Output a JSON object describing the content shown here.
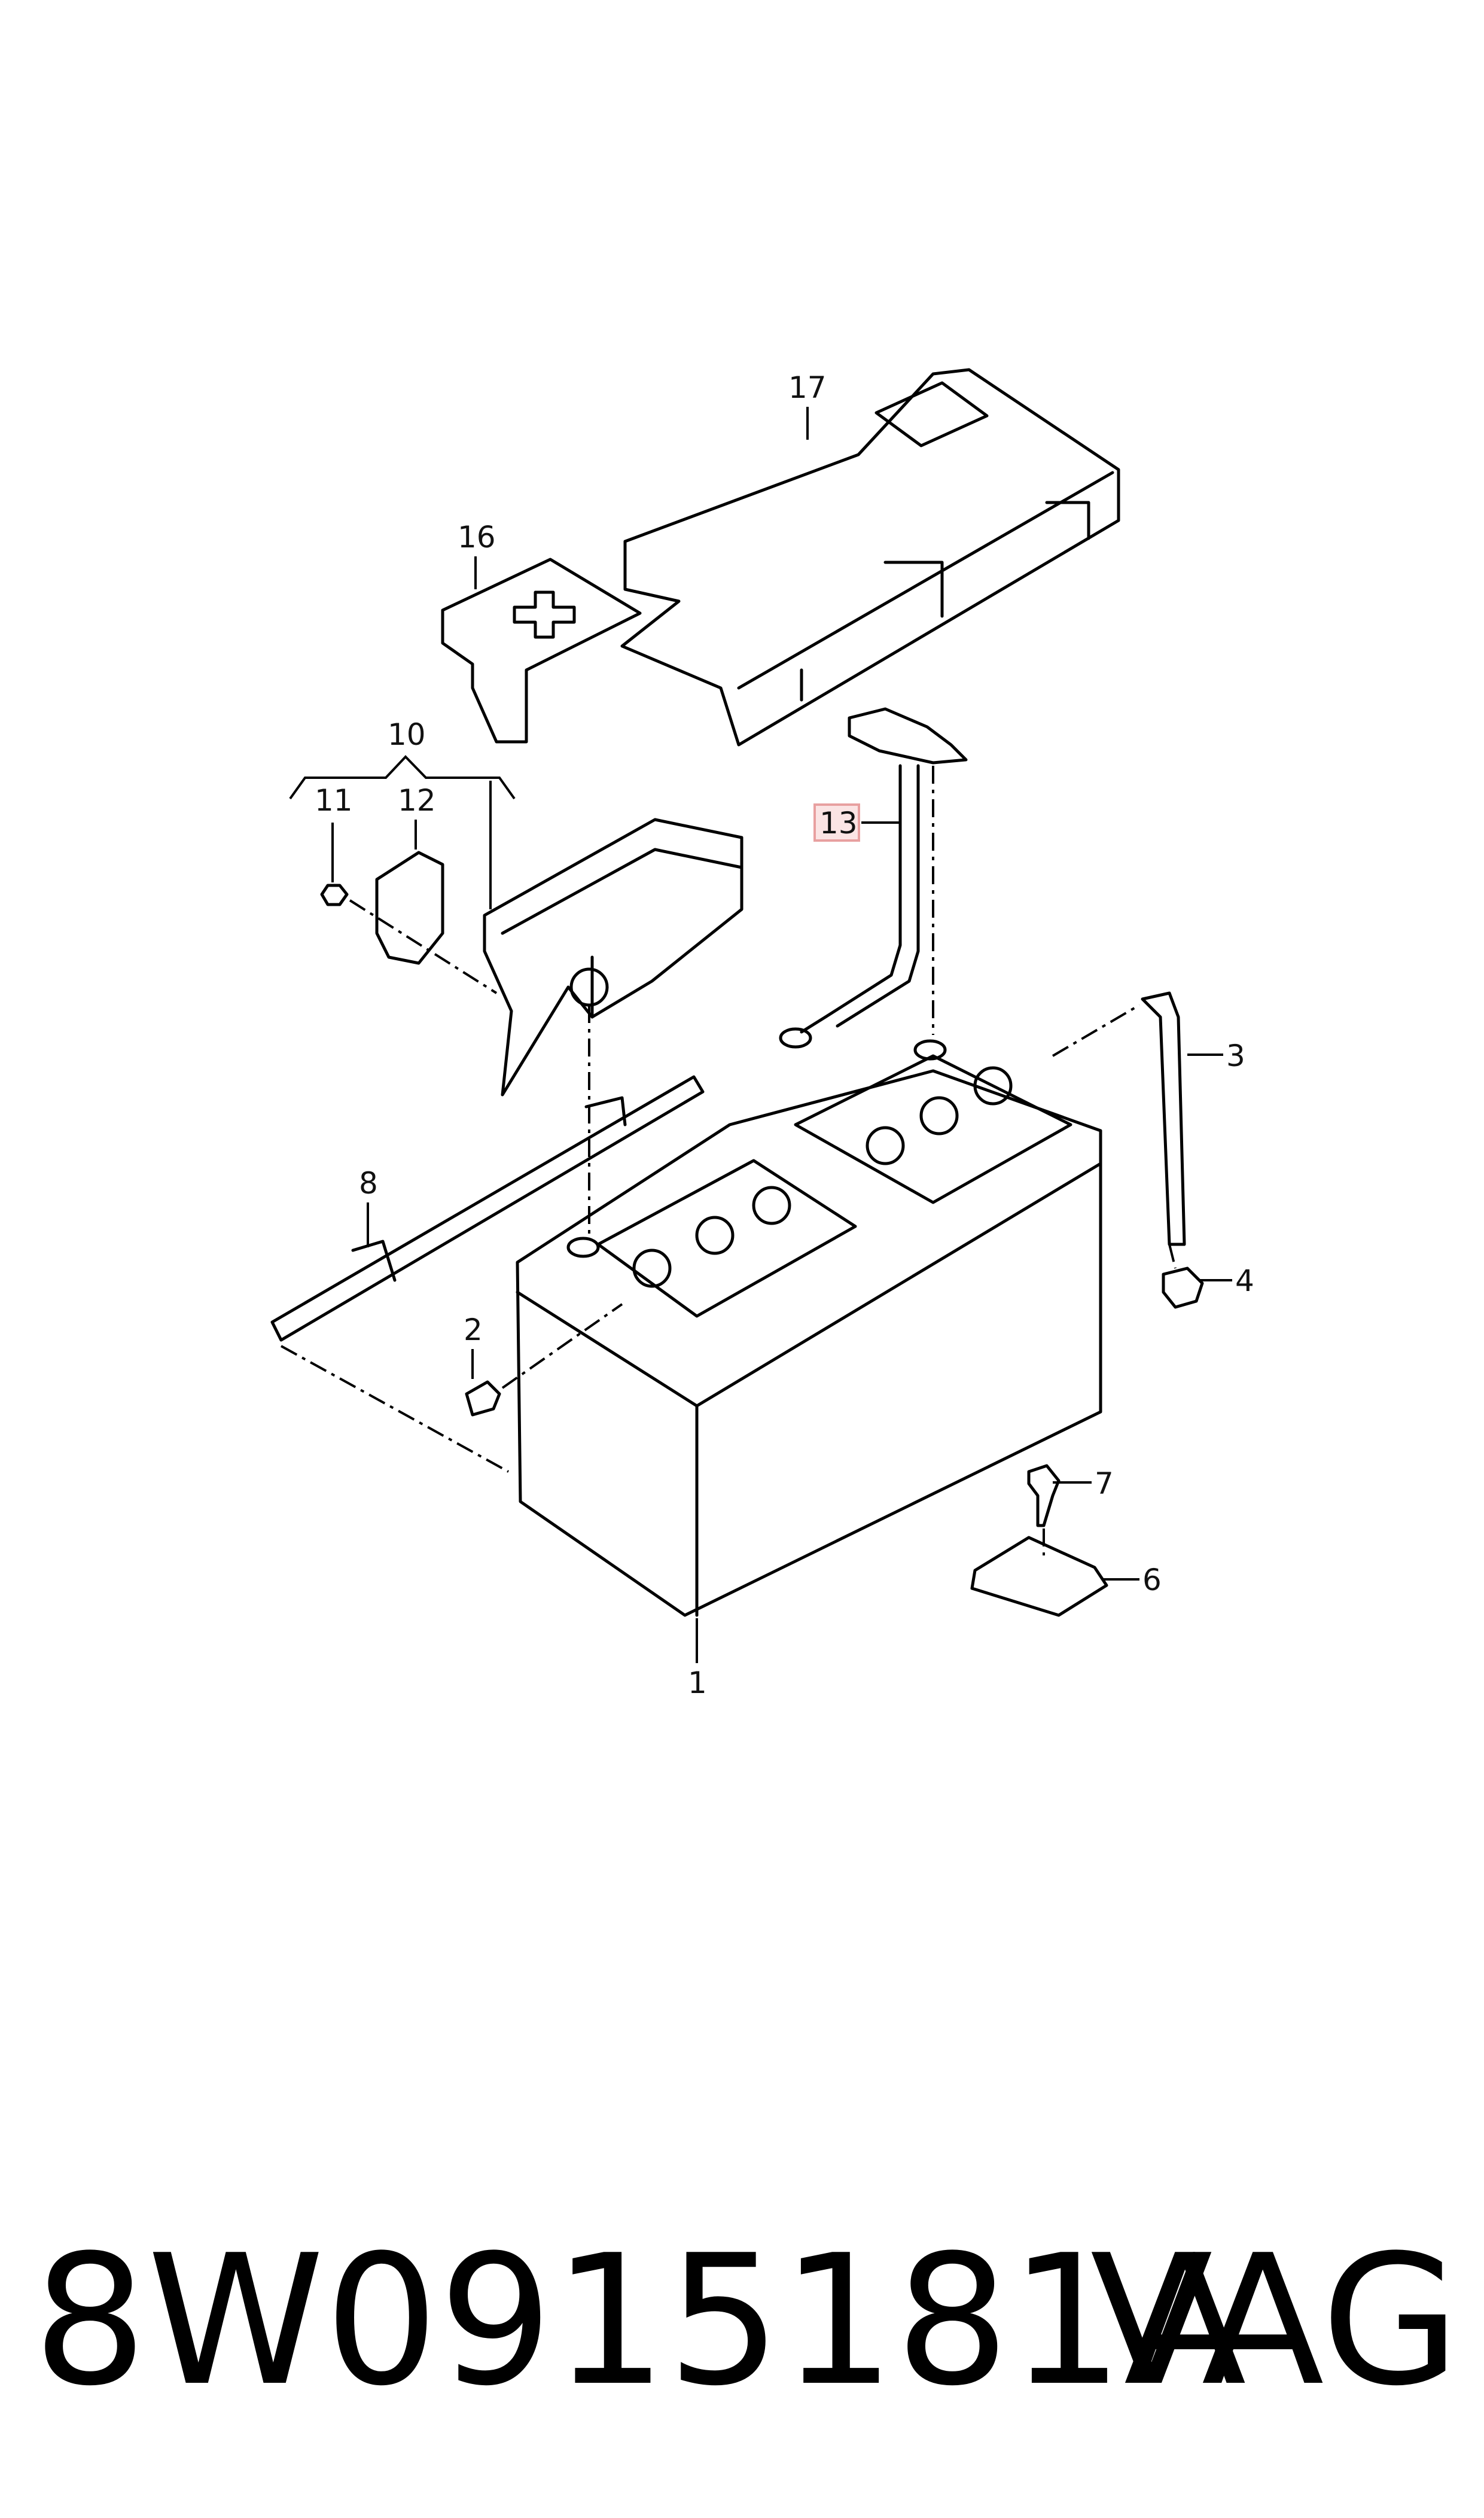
{
  "callouts": {
    "c1": "1",
    "c2": "2",
    "c3": "3",
    "c4": "4",
    "c6": "6",
    "c7": "7",
    "c8": "8",
    "c10": "10",
    "c11": "11",
    "c12": "12",
    "c13": "13",
    "c16": "16",
    "c17": "17"
  },
  "highlight": {
    "callout": "13",
    "color": "#e8a0a0"
  },
  "footer": {
    "part_number": "8W0915181A",
    "brand": "VAG"
  }
}
